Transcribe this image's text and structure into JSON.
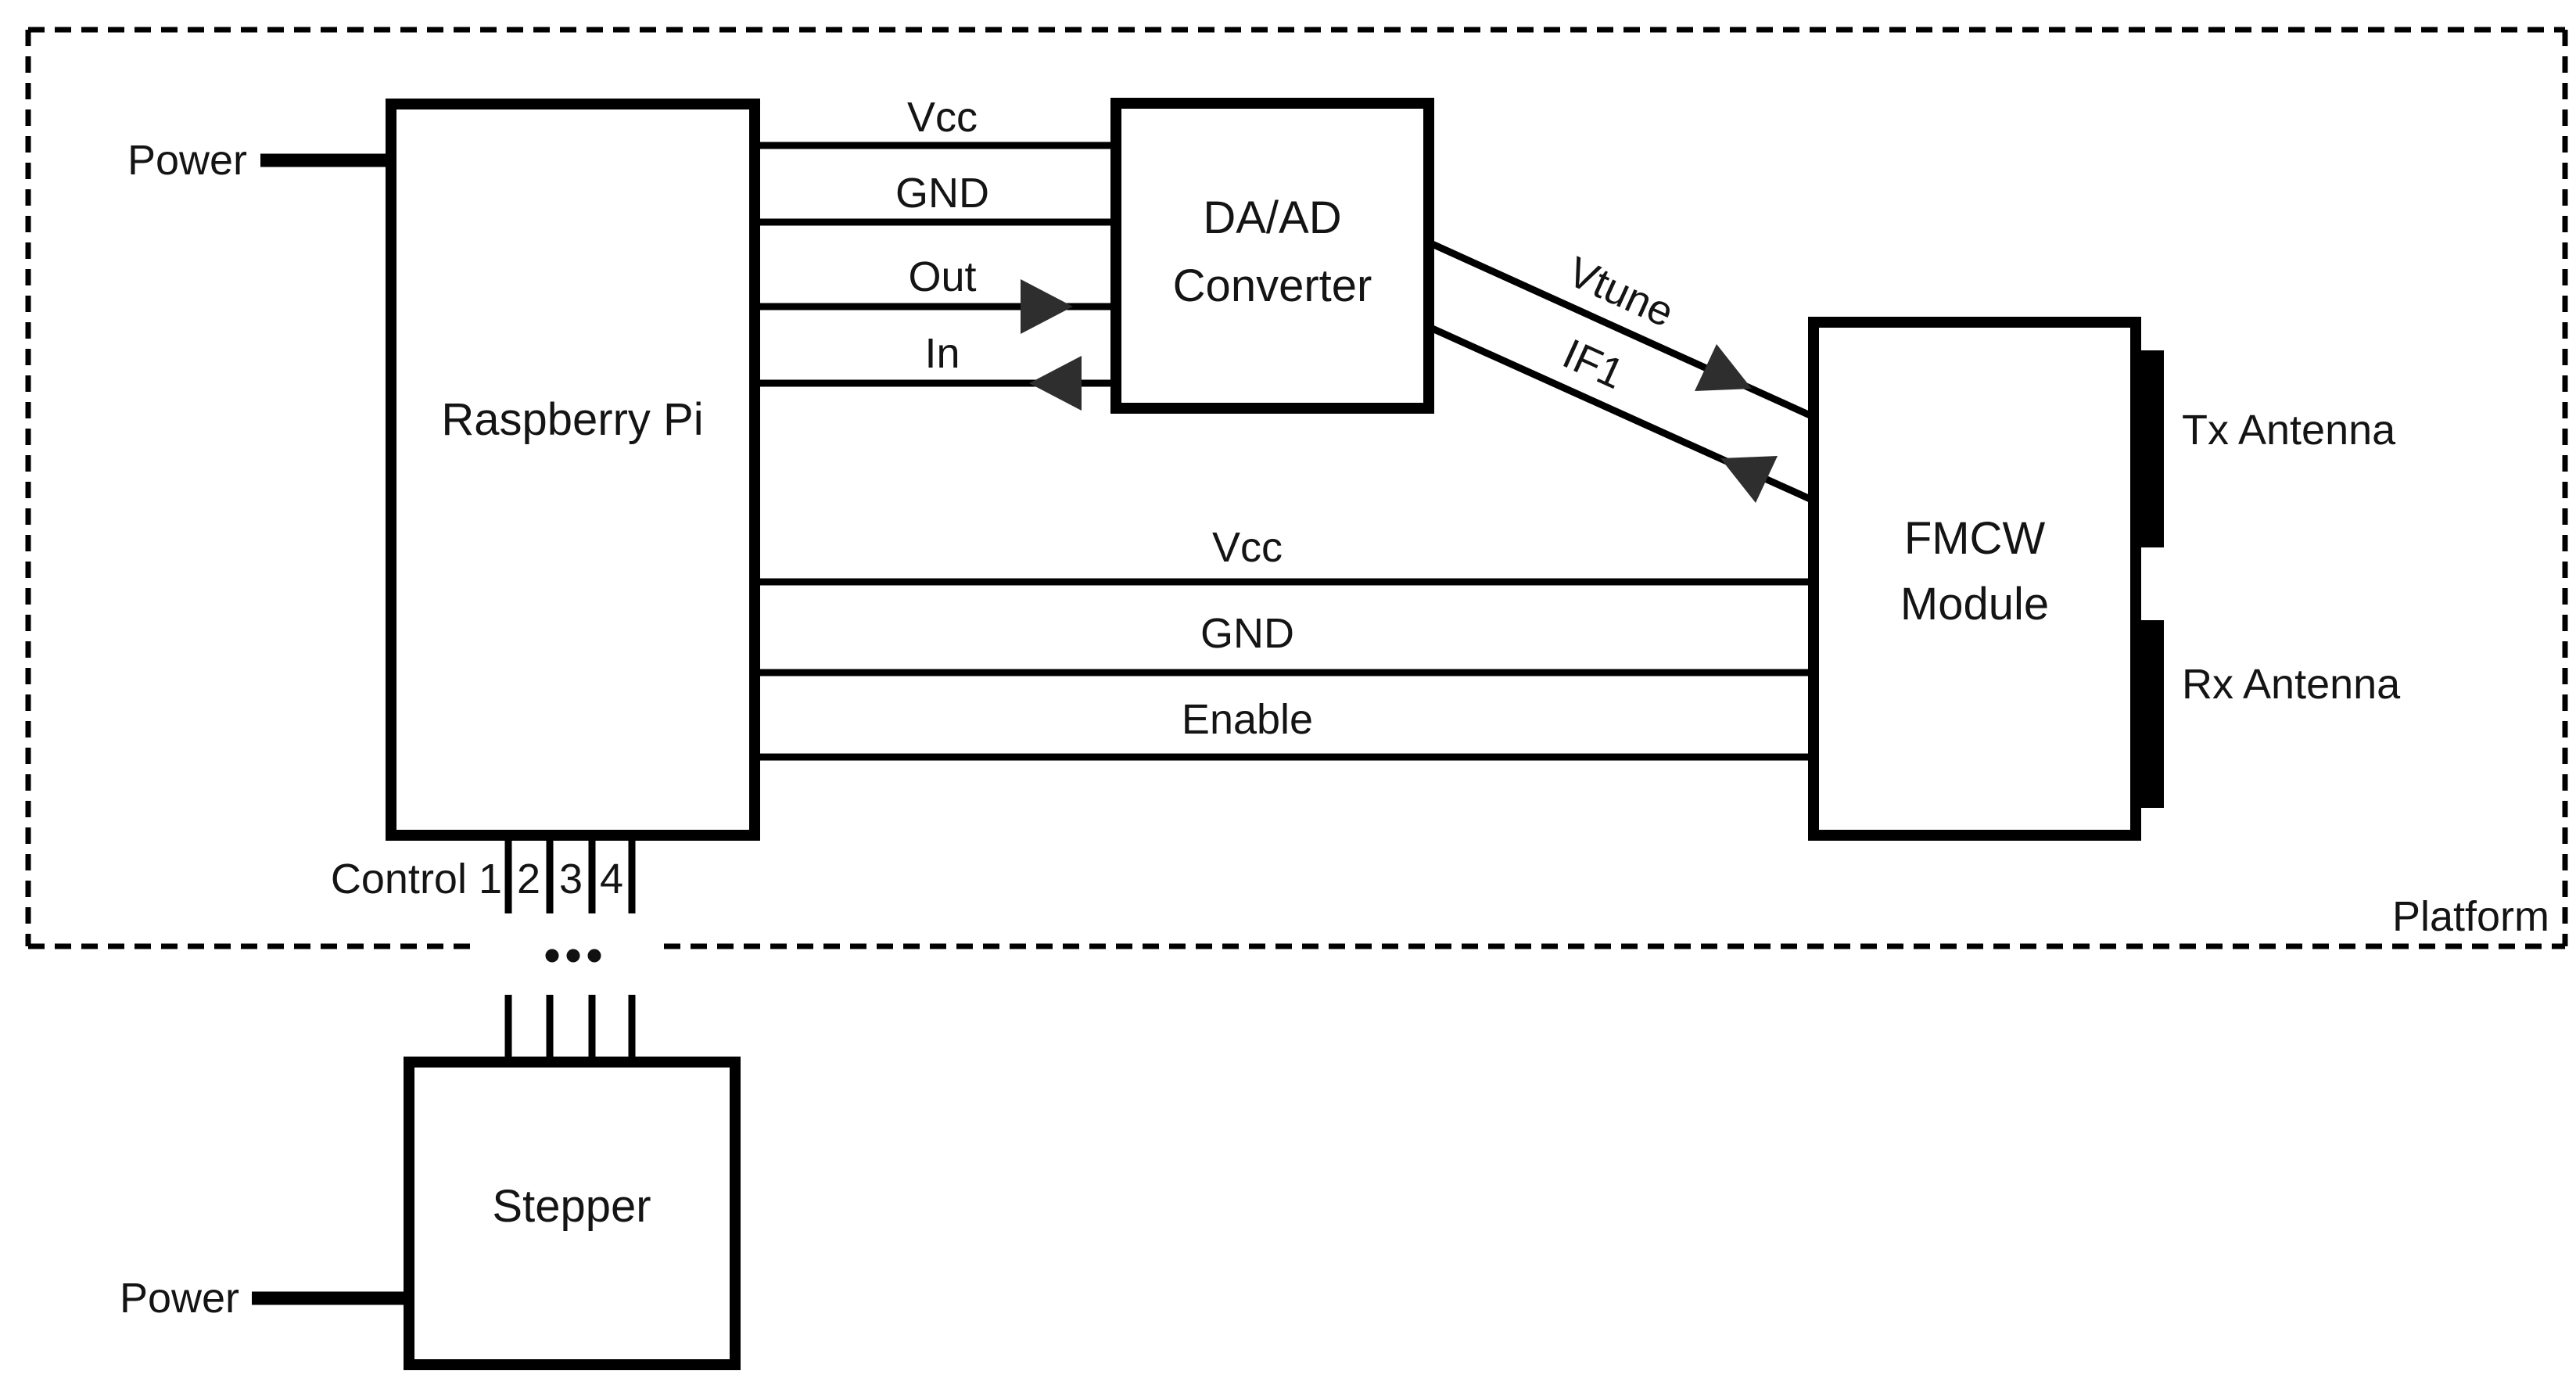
{
  "diagram": {
    "platform": {
      "label": "Platform"
    },
    "nodes": {
      "raspberry_pi": {
        "label": "Raspberry Pi"
      },
      "da_ad_converter": {
        "line1": "DA/AD",
        "line2": "Converter"
      },
      "fmcw_module": {
        "line1": "FMCW",
        "line2": "Module"
      },
      "stepper": {
        "label": "Stepper"
      }
    },
    "antennas": {
      "tx": {
        "label": "Tx Antenna"
      },
      "rx": {
        "label": "Rx Antenna"
      }
    },
    "connections": {
      "power_platform": {
        "label": "Power"
      },
      "power_stepper": {
        "label": "Power"
      },
      "vcc_converter": {
        "label": "Vcc"
      },
      "gnd_converter": {
        "label": "GND"
      },
      "out": {
        "label": "Out",
        "direction": "raspberry-pi-to-converter"
      },
      "in": {
        "label": "In",
        "direction": "converter-to-raspberry-pi"
      },
      "vtune": {
        "label": "Vtune",
        "direction": "converter-to-fmcw"
      },
      "if1": {
        "label": "IF1",
        "direction": "fmcw-to-converter"
      },
      "vcc_fmcw": {
        "label": "Vcc"
      },
      "gnd_fmcw": {
        "label": "GND"
      },
      "enable": {
        "label": "Enable"
      },
      "control": {
        "label": "Control 1",
        "pins": [
          "2",
          "3",
          "4"
        ],
        "ellipsis": "..."
      }
    },
    "colors": {
      "stroke": "#000000",
      "arrow": "#2e2e2e",
      "text": "#141414",
      "background": "#ffffff"
    }
  }
}
